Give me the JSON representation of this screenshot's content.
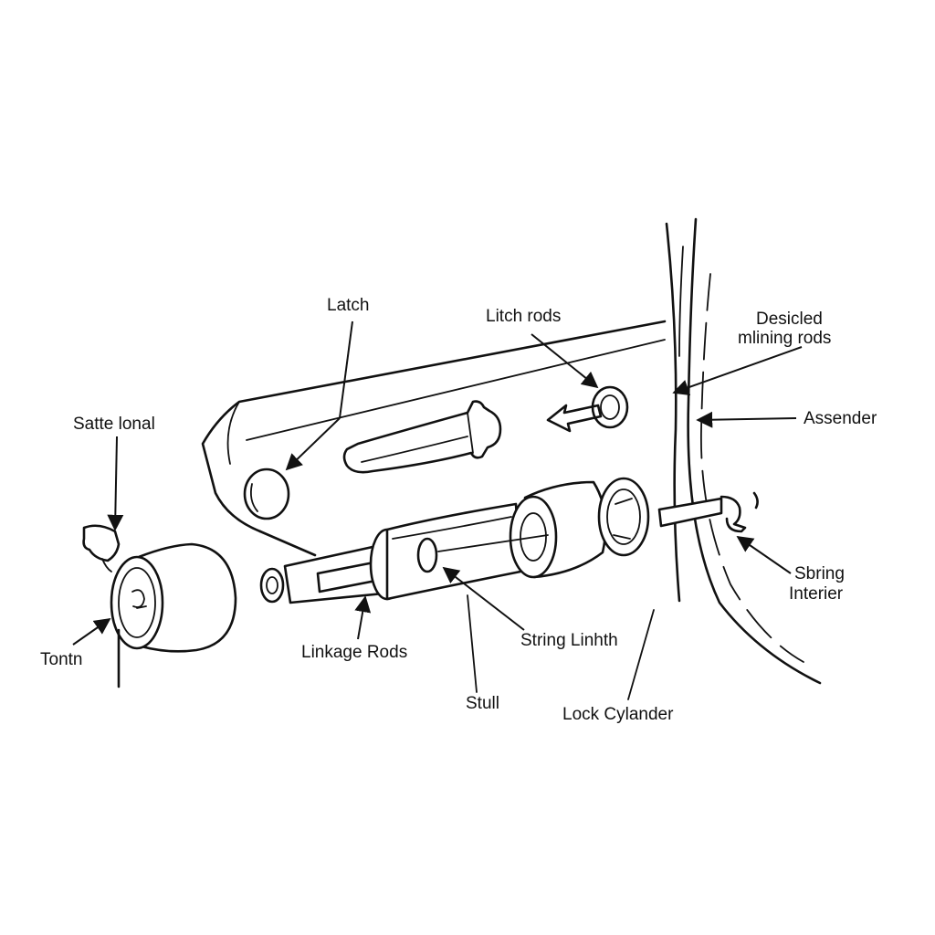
{
  "labels": {
    "latch": "Latch",
    "litch_rods": "Litch rods",
    "desicled_line1": "Desicled",
    "desicled_line2": "mlining rods",
    "satte_lonal": "Satte lonal",
    "assender": "Assender",
    "sbring_line1": "Sbring",
    "sbring_line2": "Interier",
    "tontn": "Tontn",
    "linkage_rods": "Linkage Rods",
    "string_linhth": "String Linhth",
    "stull": "Stull",
    "lock_cylander": "Lock Cylander"
  },
  "colors": {
    "ink": "#111111",
    "background": "#ffffff"
  }
}
